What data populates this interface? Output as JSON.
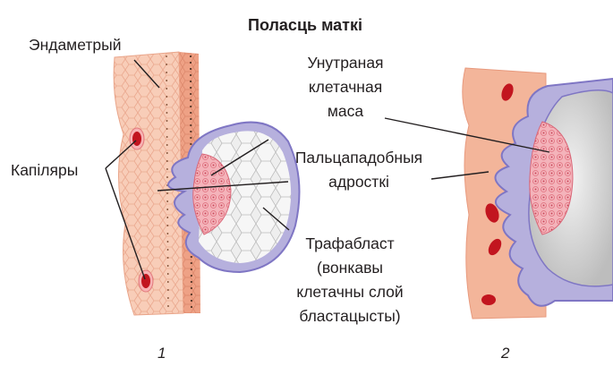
{
  "title": "Поласць маткі",
  "labels": {
    "endometrium": "Эндаметрый",
    "capillaries": "Капіляры",
    "inner_mass_1": "Унутраная",
    "inner_mass_2": "клетачная",
    "inner_mass_3": "маса",
    "villi_1": "Пальцападобныя",
    "villi_2": "адросткі",
    "tropho_1": "Трафабласт",
    "tropho_2": "(вонкавы",
    "tropho_3": "клетачны слой",
    "tropho_4": "бластацысты)"
  },
  "figure_numbers": [
    "1",
    "2"
  ],
  "colors": {
    "endometrium": "#f7c7b0",
    "endometrium_dark": "#eea58a",
    "trophoblast": "#b6b0dd",
    "trophoblast_edge": "#7f76c4",
    "inner_mass": "#f3a9b1",
    "capillary": "#c2151f",
    "cavity": "#d8d8d8"
  }
}
